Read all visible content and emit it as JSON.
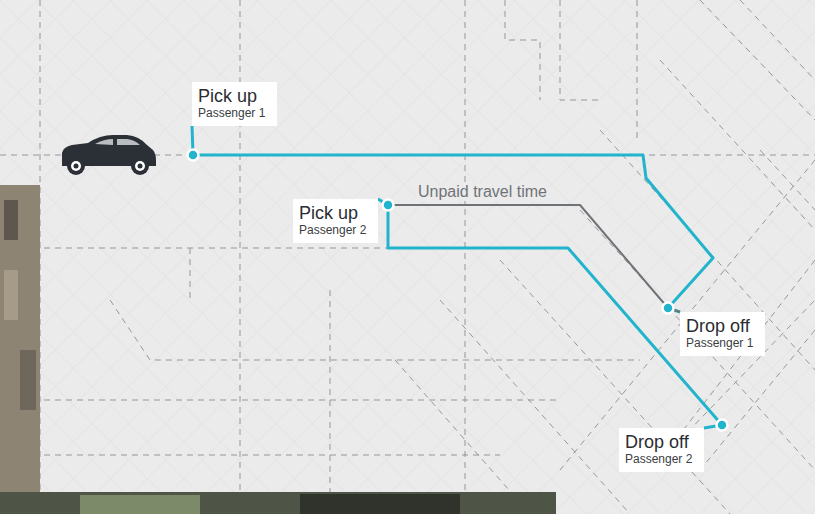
{
  "diagram": {
    "nodes": [
      {
        "text": [
          "Pick up",
          "Passenger 1"
        ]
      },
      {
        "text": [
          "Pick up",
          "Passenger 2"
        ]
      },
      {
        "text": [
          "Drop off",
          "Passenger 1"
        ]
      },
      {
        "text": [
          "Drop off",
          "Passenger 2"
        ]
      }
    ],
    "edges": [
      {
        "from": 0,
        "to": 2,
        "arrow": "none"
      },
      {
        "from": 1,
        "to": 2,
        "label": "Unpaid travel time",
        "arrow": "none"
      },
      {
        "from": 1,
        "to": 3,
        "arrow": "none"
      }
    ]
  }
}
